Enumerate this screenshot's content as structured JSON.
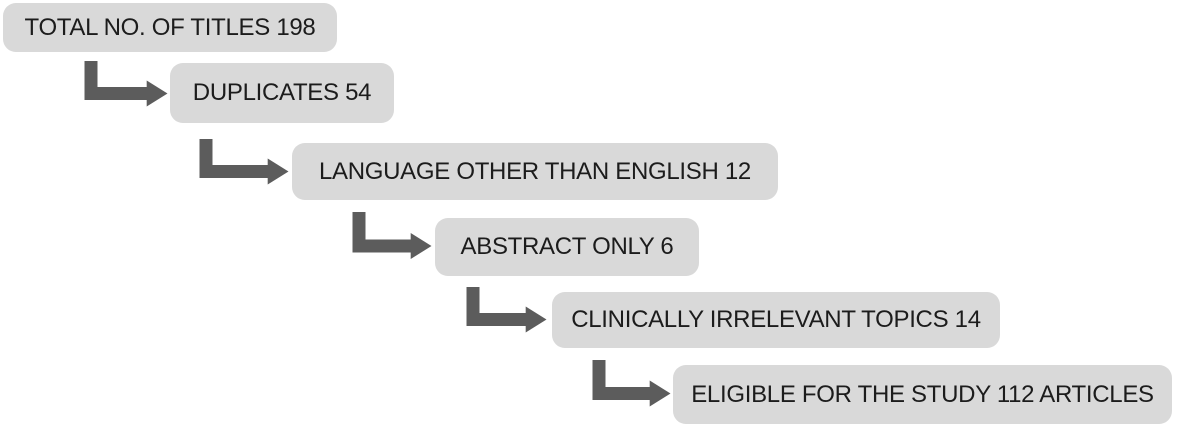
{
  "diagram": {
    "type": "flowchart-cascade",
    "steps": [
      {
        "label": "TOTAL NO. OF TITLES 198",
        "count": 198
      },
      {
        "label": "DUPLICATES 54",
        "count": 54
      },
      {
        "label": "LANGUAGE OTHER THAN ENGLISH 12",
        "count": 12
      },
      {
        "label": "ABSTRACT ONLY 6",
        "count": 6
      },
      {
        "label": "CLINICALLY IRRELEVANT TOPICS 14",
        "count": 14
      },
      {
        "label": "ELIGIBLE FOR THE STUDY 112 ARTICLES",
        "count": 112
      }
    ],
    "connector_count": 5,
    "colors": {
      "box_fill": "#d9d9d9",
      "box_text": "#1c1c1c",
      "arrow": "#5c5c5c",
      "background": "#ffffff"
    }
  }
}
